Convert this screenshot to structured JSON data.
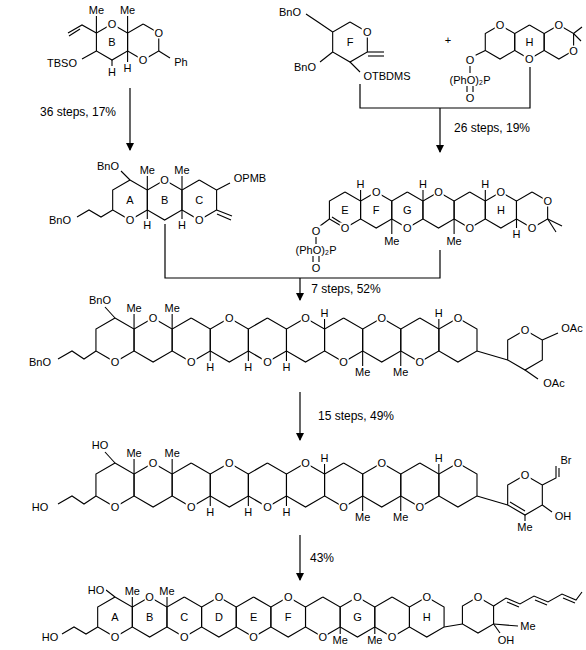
{
  "diagram": {
    "labels": [
      "Me",
      "Me",
      "O",
      "B",
      "O",
      "O",
      "TBSO",
      "H",
      "H",
      "Ph",
      "BnO",
      "O",
      "F",
      "BnO",
      "OTBDMS",
      "+",
      "(PhO)₂P",
      "O",
      "O",
      "O",
      "H",
      "O",
      "O",
      "O",
      "36 steps, 17%",
      "26 steps, 19%",
      "BnO",
      "Me",
      "Me",
      "O",
      "OPMB",
      "BnO",
      "A",
      "O",
      "B",
      "H",
      "C",
      "H",
      "O",
      "O",
      "(PhO)₂P",
      "O",
      "E",
      "O",
      "F",
      "H",
      "O",
      "G",
      "O",
      "Me",
      "H",
      "O",
      "O",
      "Me",
      "H",
      "H",
      "O",
      "H",
      "O",
      "O",
      "7 steps, 52%",
      "BnO",
      "Me",
      "Me",
      "BnO",
      "O",
      "O",
      "O",
      "O",
      "O",
      "O",
      "O",
      "O",
      "O",
      "O",
      "H",
      "H",
      "H",
      "H",
      "Me",
      "Me",
      "H",
      "O",
      "OAc",
      "OAc",
      "15 steps, 49%",
      "HO",
      "Me",
      "Me",
      "HO",
      "O",
      "O",
      "O",
      "O",
      "O",
      "O",
      "O",
      "O",
      "O",
      "O",
      "H",
      "H",
      "H",
      "H",
      "Me",
      "Me",
      "H",
      "O",
      "Br",
      "Me",
      "OH",
      "43%",
      "HO",
      "Me",
      "Me",
      "HO",
      "A",
      "B",
      "C",
      "D",
      "E",
      "F",
      "G",
      "H",
      "O",
      "O",
      "O",
      "O",
      "O",
      "O",
      "O",
      "O",
      "O",
      "O",
      "Me",
      "Me",
      "O",
      "Me",
      "OH"
    ]
  }
}
